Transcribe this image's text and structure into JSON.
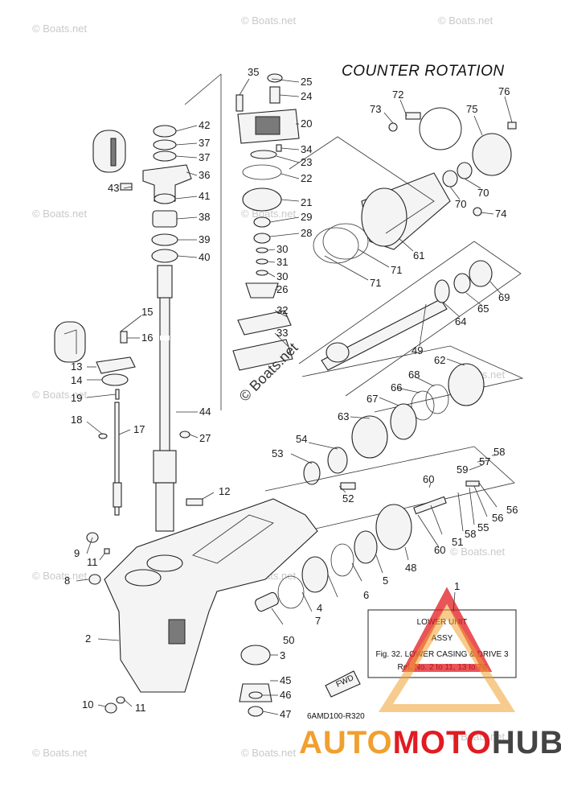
{
  "title": "COUNTER ROTATION",
  "code": "6AMD100-R320",
  "fwd_label": "FWD",
  "watermark": "© Boats.net",
  "diagram_watermark": "© Boats.net",
  "ref_box": {
    "line1": "LOWER UNIT",
    "line2": "ASSY",
    "line3": "Fig. 32. LOWER CASING & DRIVE 3",
    "line4": "Ref. No. 2 to 11, 13 to 76"
  },
  "brand": {
    "part_a": "AUTO",
    "part_b": "MOTO",
    "part_c": "HUB"
  },
  "colors": {
    "brand_orange": "#f0a030",
    "brand_red": "#e11b22",
    "brand_gray": "#444444"
  },
  "labels": {
    "n1": "1",
    "n2": "2",
    "n3": "3",
    "n4": "4",
    "n5": "5",
    "n6": "6",
    "n7": "7",
    "n8": "8",
    "n9": "9",
    "n10": "10",
    "n11a": "11",
    "n11b": "11",
    "n12": "12",
    "n13": "13",
    "n14": "14",
    "n15": "15",
    "n16": "16",
    "n17": "17",
    "n18": "18",
    "n19": "19",
    "n20": "20",
    "n21": "21",
    "n22": "22",
    "n23": "23",
    "n24": "24",
    "n25": "25",
    "n26": "26",
    "n27": "27",
    "n28": "28",
    "n29": "29",
    "n30a": "30",
    "n30b": "30",
    "n31": "31",
    "n32": "32",
    "n33": "33",
    "n34": "34",
    "n35": "35",
    "n36": "36",
    "n37a": "37",
    "n37b": "37",
    "n38": "38",
    "n39": "39",
    "n40": "40",
    "n41": "41",
    "n42": "42",
    "n43": "43",
    "n44": "44",
    "n45": "45",
    "n46": "46",
    "n47": "47",
    "n48": "48",
    "n49": "49",
    "n50": "50",
    "n51": "51",
    "n52": "52",
    "n53": "53",
    "n54": "54",
    "n55": "55",
    "n56a": "56",
    "n56b": "56",
    "n57": "57",
    "n58a": "58",
    "n58b": "58",
    "n59": "59",
    "n60a": "60",
    "n60b": "60",
    "n61": "61",
    "n62": "62",
    "n63": "63",
    "n64": "64",
    "n65": "65",
    "n66": "66",
    "n67": "67",
    "n68": "68",
    "n69": "69",
    "n70a": "70",
    "n70b": "70",
    "n71a": "71",
    "n71b": "71",
    "n72": "72",
    "n73": "73",
    "n74": "74",
    "n75": "75",
    "n76": "76"
  }
}
